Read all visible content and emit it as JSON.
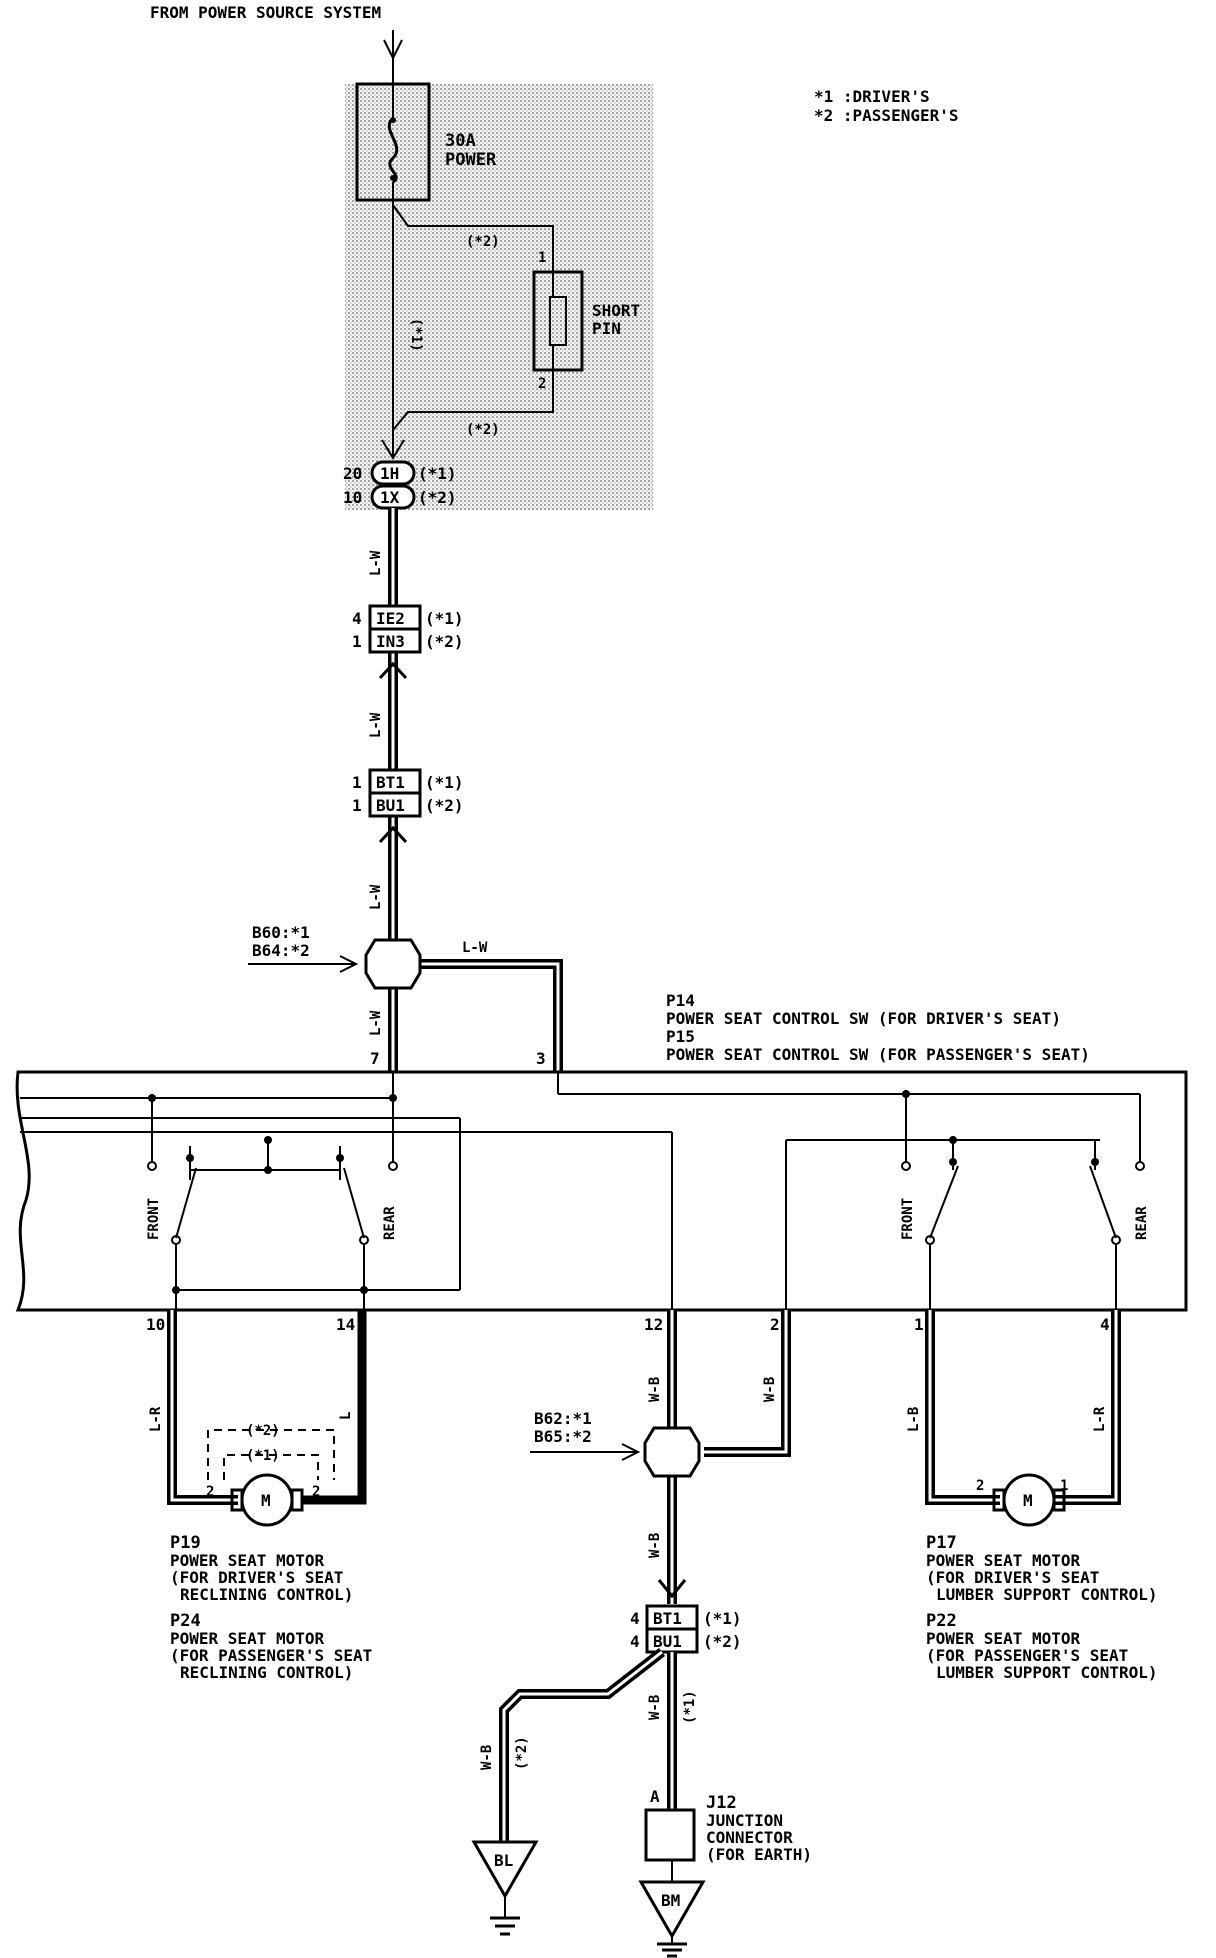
{
  "header": {
    "source": "FROM POWER SOURCE SYSTEM",
    "legend_1": "*1 :DRIVER'S",
    "legend_2": "*2 :PASSENGER'S"
  },
  "fuse": {
    "rating": "30A",
    "name": "POWER"
  },
  "short_pin": {
    "line1": "SHORT",
    "line2": "PIN",
    "pin_top": "1",
    "pin_bottom": "2"
  },
  "notes": {
    "n1": "(*1)",
    "n2": "(*2)"
  },
  "connectors": {
    "c1": {
      "pin_a": "20",
      "name_a": "1H",
      "pin_b": "10",
      "name_b": "1X"
    },
    "c2": {
      "pin_a": "4",
      "name_a": "IE2",
      "pin_b": "1",
      "name_b": "IN3"
    },
    "c3": {
      "pin_a": "1",
      "name_a": "BT1",
      "pin_b": "1",
      "name_b": "BU1"
    },
    "c4": {
      "pin_a": "4",
      "name_a": "BT1",
      "pin_b": "4",
      "name_b": "BU1"
    }
  },
  "wires": {
    "lw": "L-W",
    "lr": "L-R",
    "lb": "L-B",
    "wb": "W-B",
    "l": "L"
  },
  "junctions": {
    "upper": {
      "line1": "B60:*1",
      "line2": "B64:*2"
    },
    "lower": {
      "line1": "B62:*1",
      "line2": "B65:*2"
    }
  },
  "switch": {
    "ref1": "P14",
    "title1": "POWER SEAT CONTROL SW (FOR DRIVER'S SEAT)",
    "ref2": "P15",
    "title2": "POWER SEAT CONTROL SW (FOR PASSENGER'S SEAT)",
    "front": "FRONT",
    "rear": "REAR",
    "pins": {
      "p7": "7",
      "p3": "3",
      "p10": "10",
      "p14": "14",
      "p12": "12",
      "p2": "2",
      "p1": "1",
      "p4": "4"
    }
  },
  "motor_left": {
    "symbol": "M",
    "pin_left": "2",
    "pin_right": "2",
    "ref1": "P19",
    "l1": "POWER SEAT MOTOR",
    "l2": "(FOR DRIVER'S SEAT",
    "l3": "RECLINING CONTROL)",
    "ref2": "P24",
    "l4": "POWER SEAT MOTOR",
    "l5": "(FOR PASSENGER'S SEAT",
    "l6": "RECLINING CONTROL)"
  },
  "motor_right": {
    "symbol": "M",
    "pin_left": "2",
    "pin_right": "1",
    "ref1": "P17",
    "l1": "POWER SEAT MOTOR",
    "l2": "(FOR DRIVER'S SEAT",
    "l3": "LUMBER SUPPORT CONTROL)",
    "ref2": "P22",
    "l4": "POWER SEAT MOTOR",
    "l5": "(FOR PASSENGER'S SEAT",
    "l6": "LUMBER SUPPORT CONTROL)"
  },
  "junction_connector": {
    "pin": "A",
    "ref": "J12",
    "l1": "JUNCTION",
    "l2": "CONNECTOR",
    "l3": "(FOR EARTH)"
  },
  "grounds": {
    "g1": "BL",
    "g2": "BM"
  }
}
